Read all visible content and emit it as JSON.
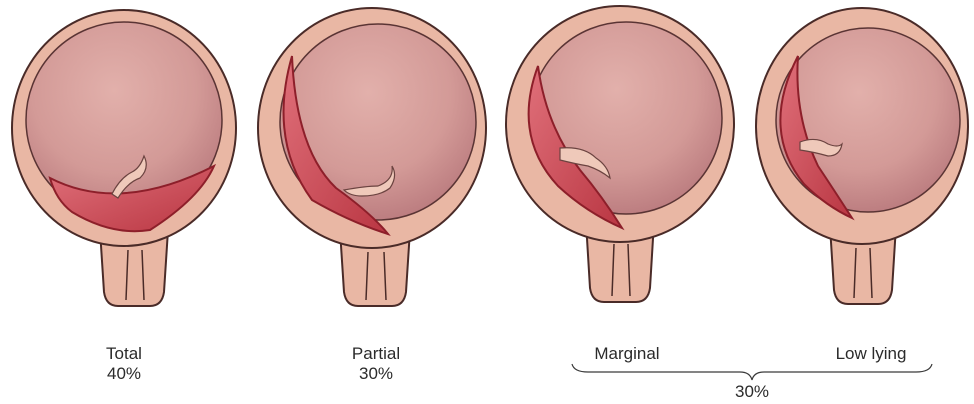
{
  "panels": [
    {
      "name": "Total",
      "percent": "40%"
    },
    {
      "name": "Partial",
      "percent": "30%"
    },
    {
      "name": "Marginal"
    },
    {
      "name": "Low lying"
    }
  ],
  "group_percent": "30%",
  "colors": {
    "uterus_wall": "#e9b7a4",
    "uterus_outline": "#4a2b28",
    "sac_fill": "#d59b97",
    "sac_shadow": "#b97578",
    "placenta": "#c23f45",
    "placenta_edge": "#8d1f2a",
    "cord": "#efc9ba"
  }
}
